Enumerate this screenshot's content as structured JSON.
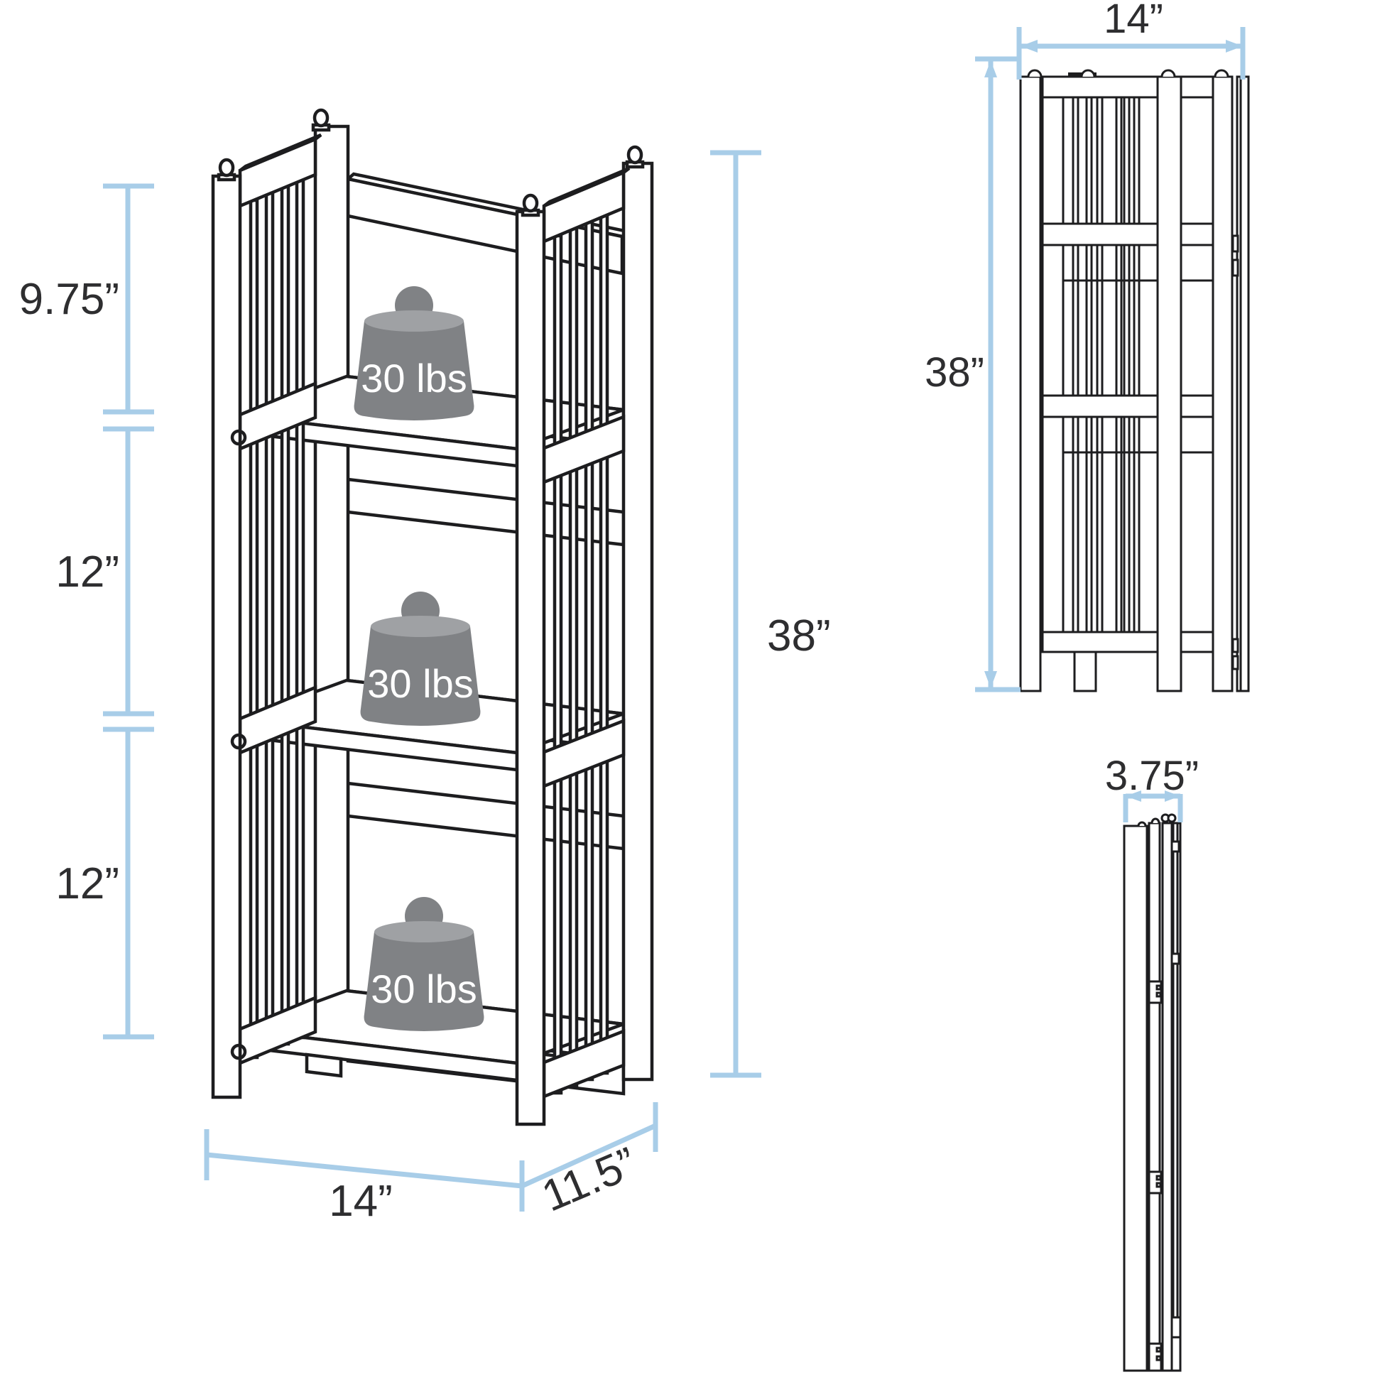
{
  "page": {
    "background": "#ffffff"
  },
  "colors": {
    "outline": "#1d1d1f",
    "dimension_line": "#a8cde8",
    "label_text": "#2e2e30",
    "weight_body": "#808285",
    "weight_top": "#9fa1a4",
    "weight_label_text": "#ffffff"
  },
  "main_view": {
    "description": "assembled 3-shelf folding bookcase, isometric line drawing",
    "dims": {
      "top_shelf_clearance": "9.75”",
      "middle_shelf_spacing": "12”",
      "bottom_shelf_spacing": "12”",
      "overall_height": "38”",
      "overall_width": "14”",
      "overall_depth": "11.5”"
    },
    "weights": [
      {
        "label": "30 lbs"
      },
      {
        "label": "30 lbs"
      },
      {
        "label": "30 lbs"
      }
    ]
  },
  "folded_front_view": {
    "description": "folded bookcase, front elevation",
    "dims": {
      "width": "14”",
      "height": "38”"
    }
  },
  "folded_side_view": {
    "description": "folded bookcase, side elevation",
    "dims": {
      "depth": "3.75”"
    }
  }
}
